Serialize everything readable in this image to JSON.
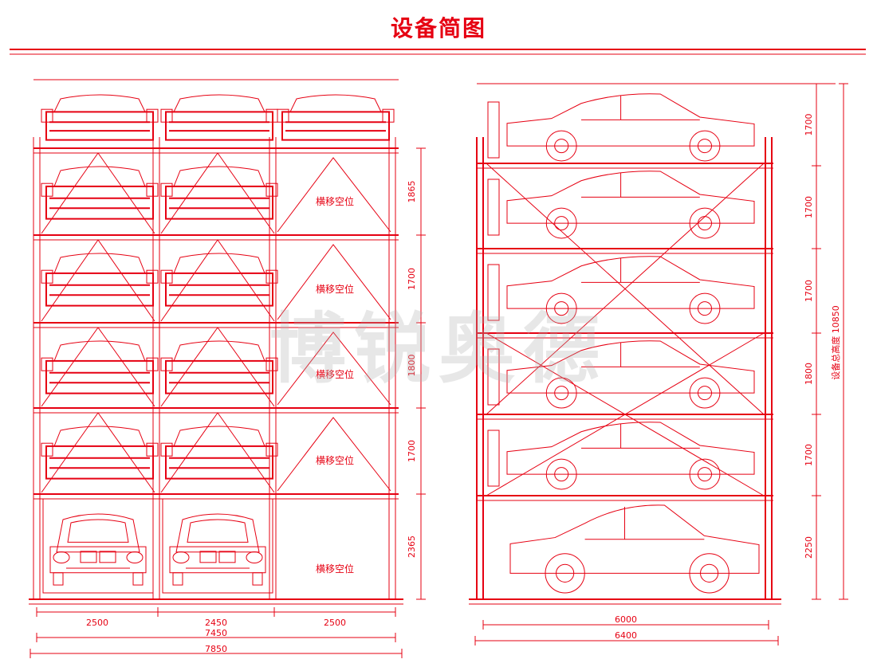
{
  "title": "设备简图",
  "watermark": "博锐奥德",
  "colors": {
    "line": "#e60012",
    "watermark": "#b4b4b4"
  },
  "front_view": {
    "empty_slot_label": "横移空位",
    "levels": 6,
    "columns": 3,
    "vertical_dims": [
      "1865",
      "1700",
      "1800",
      "1700",
      "2365"
    ],
    "horizontal_dims": [
      "2500",
      "2450",
      "2500"
    ],
    "inner_width": "7450",
    "overall_width": "7850"
  },
  "side_view": {
    "vertical_dims": [
      "1700",
      "1700",
      "1700",
      "1800",
      "1700",
      "2250"
    ],
    "total_height_label": "设备总高度 10850",
    "inner_length": "6000",
    "overall_length": "6400"
  }
}
